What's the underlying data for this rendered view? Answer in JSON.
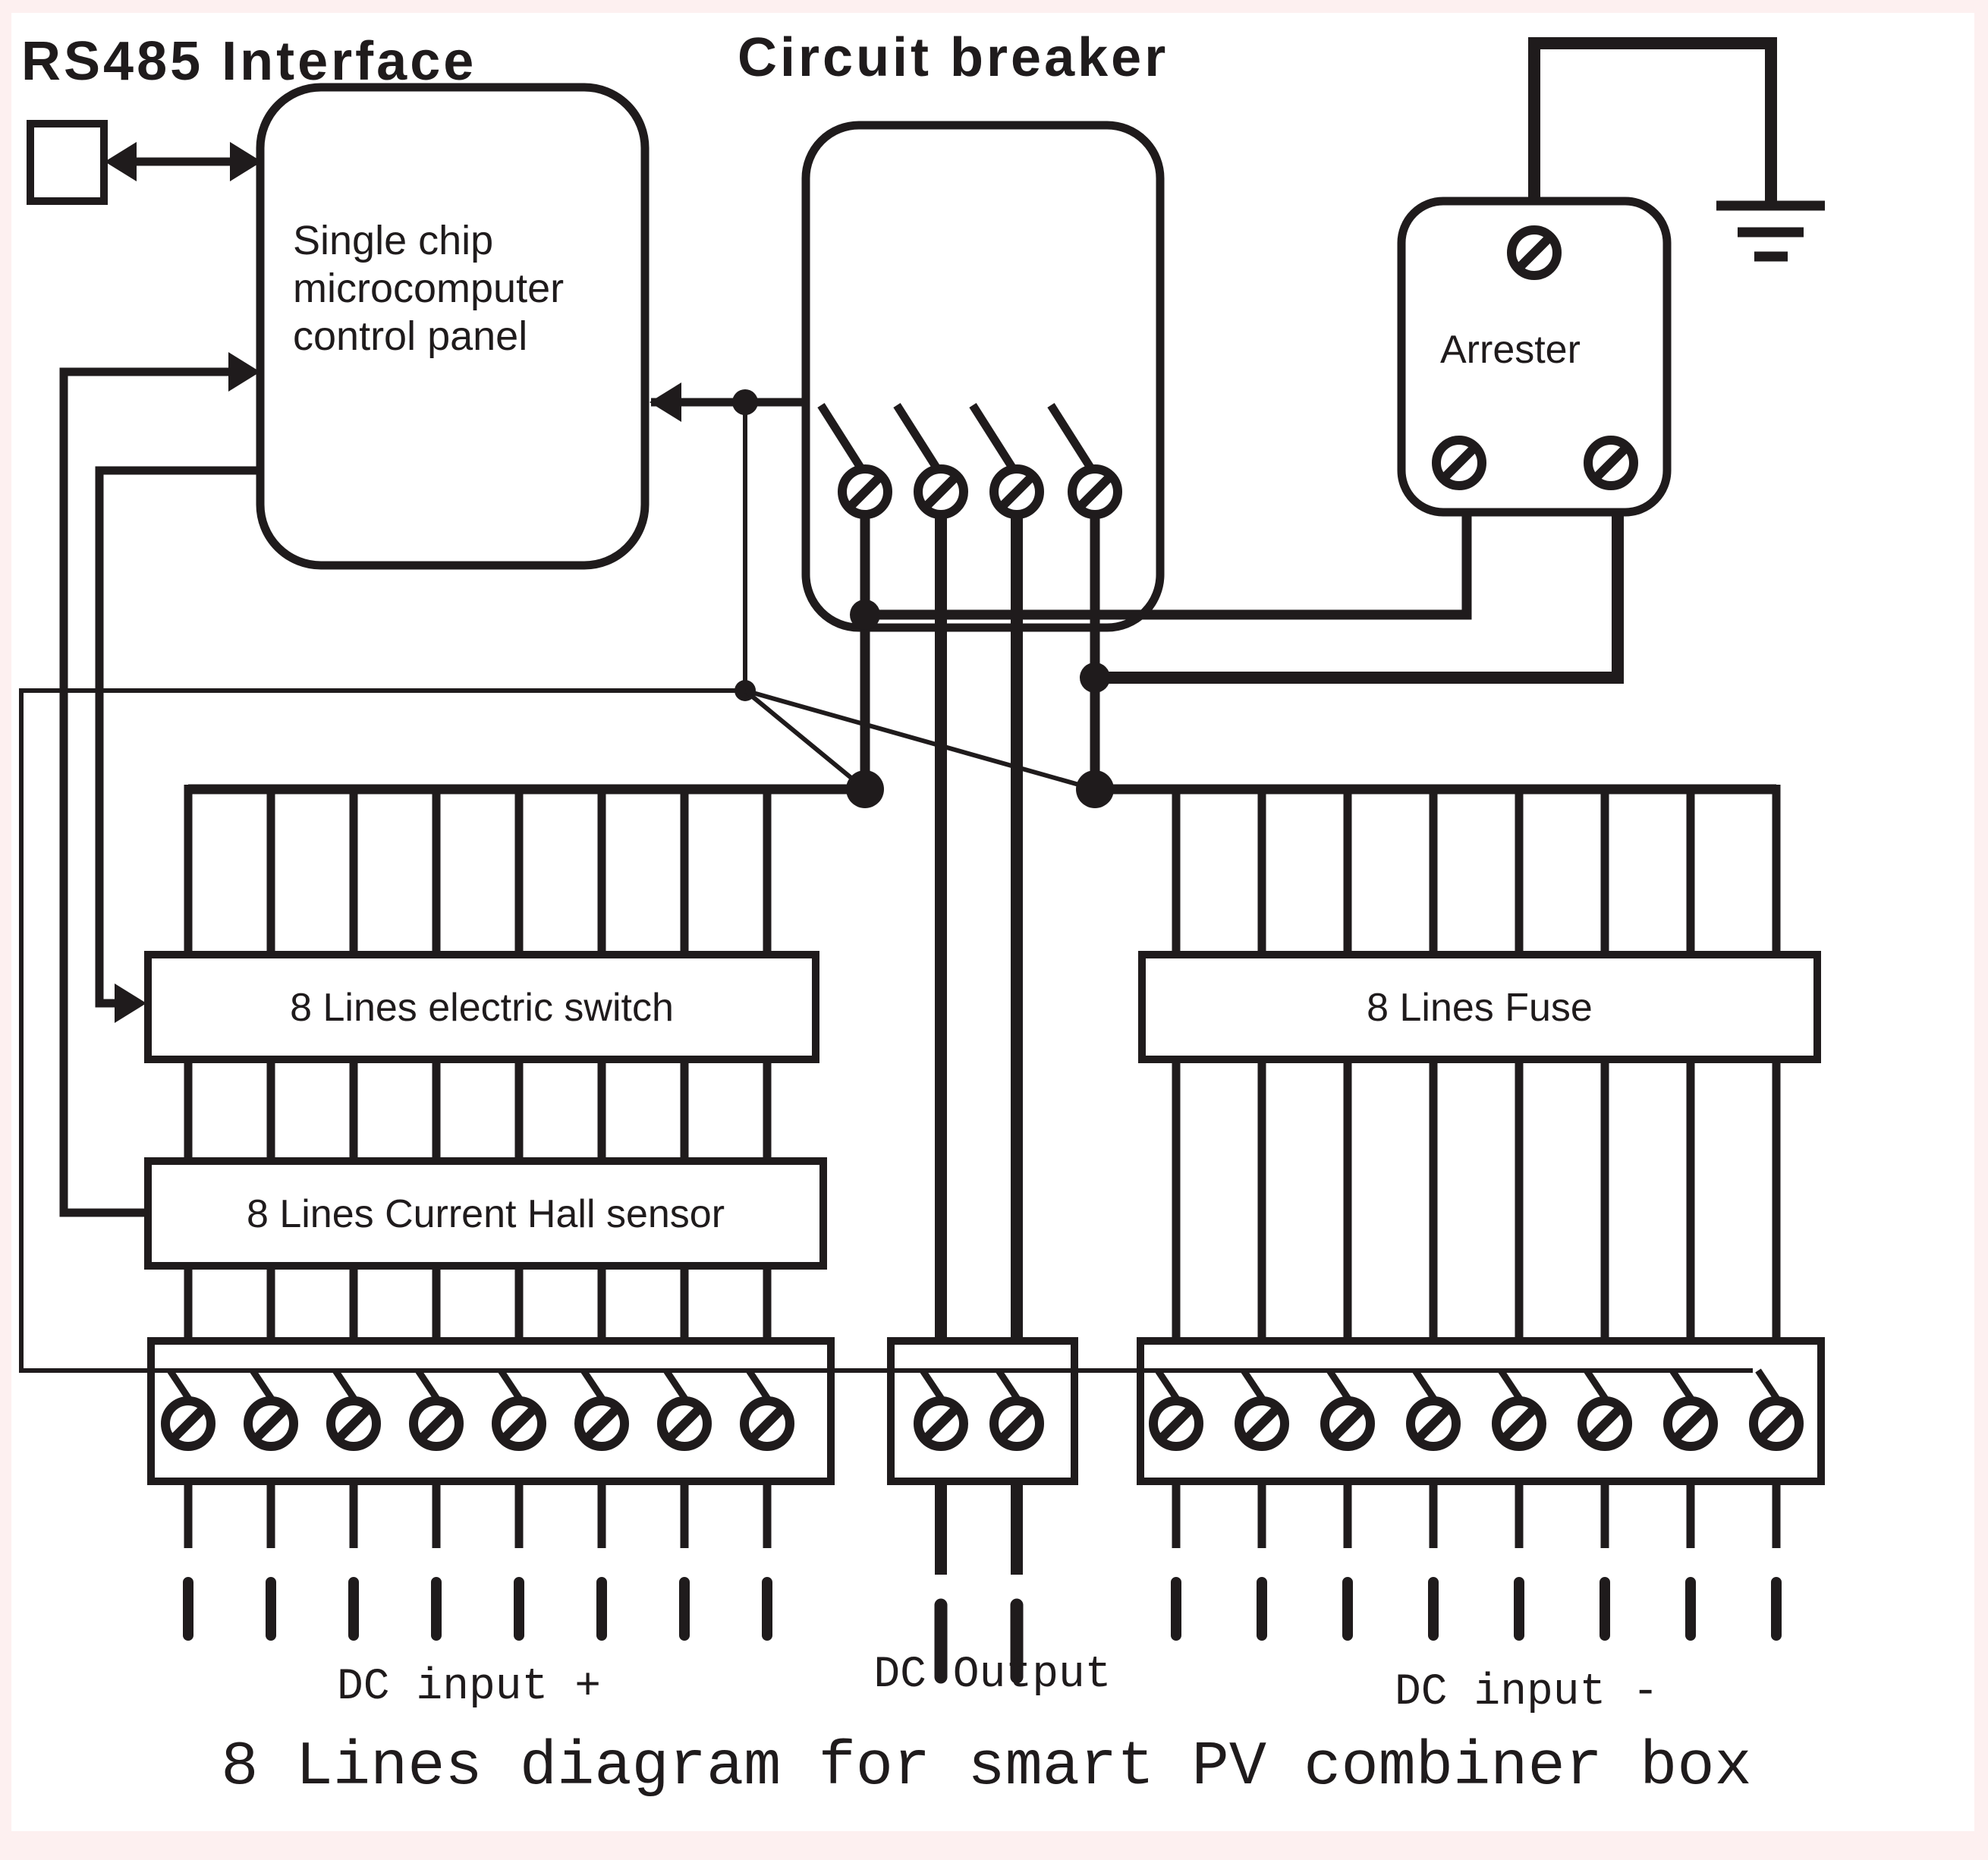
{
  "diagram": {
    "caption": "8 Lines diagram for smart PV combiner box",
    "rs485_label": "RS485 Interface",
    "circuit_breaker_label": "Circuit breaker",
    "arrester_label": "Arrester",
    "panel_label_line1": "Single chip",
    "panel_label_line2": "microcomputer",
    "panel_label_line3": "control panel",
    "electric_switch_label": "8 Lines electric switch",
    "hall_sensor_label": "8 Lines Current Hall sensor",
    "fuse_label": "8 Lines Fuse",
    "dc_input_plus_label": "DC input +",
    "dc_output_label": "DC Output",
    "dc_input_minus_label": "DC input -",
    "counts": {
      "pv_input_lines": 8,
      "breaker_poles": 4,
      "dc_output_wires": 2,
      "arrester_terminals": 3
    },
    "colors": {
      "ink": "#1f1b1c",
      "frame": "#fdf0f0",
      "canvas": "#ffffff"
    }
  }
}
